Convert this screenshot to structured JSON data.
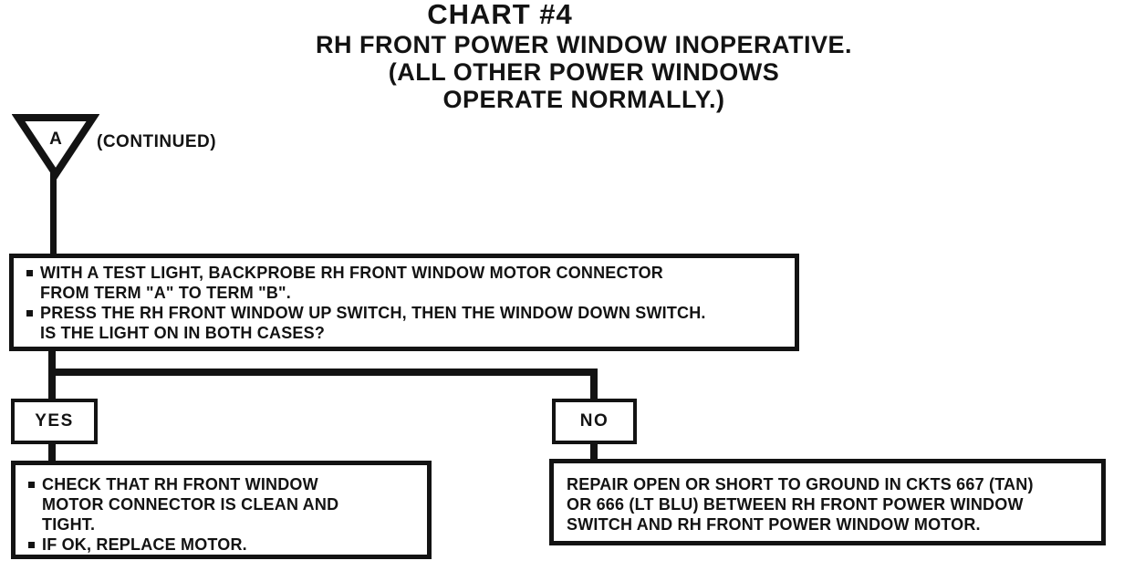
{
  "colors": {
    "ink": "#131313",
    "paper": "#ffffff"
  },
  "header": {
    "title": "CHART #4",
    "subtitle": "RH FRONT POWER WINDOW INOPERATIVE. (ALL OTHER POWER WINDOWS\nOPERATE NORMALLY.)"
  },
  "connector": {
    "label": "A",
    "note": "(CONTINUED)"
  },
  "question_box": {
    "bullets": [
      "WITH A TEST LIGHT, BACKPROBE RH FRONT WINDOW MOTOR CONNECTOR\nFROM TERM \"A\" TO TERM \"B\".",
      "PRESS THE RH FRONT WINDOW UP SWITCH, THEN THE WINDOW DOWN SWITCH.\nIS THE LIGHT ON IN BOTH CASES?"
    ]
  },
  "branches": {
    "yes": "YES",
    "no": "NO"
  },
  "yes_action_box": {
    "bullets": [
      "CHECK THAT RH FRONT WINDOW\nMOTOR CONNECTOR IS CLEAN AND\nTIGHT.",
      "IF OK, REPLACE MOTOR."
    ]
  },
  "no_action_box": {
    "text": "REPAIR OPEN OR SHORT TO GROUND IN CKTS 667 (TAN)\nOR 666 (LT BLU) BETWEEN RH FRONT POWER WINDOW\nSWITCH AND RH FRONT POWER WINDOW MOTOR."
  }
}
